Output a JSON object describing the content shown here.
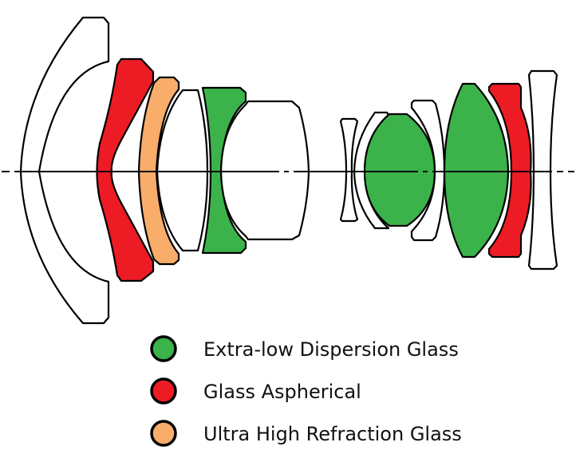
{
  "diagram": {
    "type": "lens-element-diagram",
    "colors": {
      "extra_low_dispersion": "#3bb34a",
      "aspherical": "#ed1c24",
      "ultra_high_refraction": "#f9ad6a",
      "standard": "#ffffff"
    },
    "elements": [
      {
        "index": 1,
        "group": "front",
        "glass": "standard"
      },
      {
        "index": 2,
        "group": "front",
        "glass": "aspherical"
      },
      {
        "index": 3,
        "group": "front",
        "glass": "ultra_high_refraction"
      },
      {
        "index": 4,
        "group": "front",
        "glass": "standard"
      },
      {
        "index": 5,
        "group": "front",
        "glass": "extra_low_dispersion"
      },
      {
        "index": 6,
        "group": "front",
        "glass": "standard"
      },
      {
        "index": 7,
        "group": "rear",
        "glass": "standard"
      },
      {
        "index": 8,
        "group": "rear",
        "glass": "standard"
      },
      {
        "index": 9,
        "group": "rear",
        "glass": "extra_low_dispersion"
      },
      {
        "index": 10,
        "group": "rear",
        "glass": "standard"
      },
      {
        "index": 11,
        "group": "rear",
        "glass": "extra_low_dispersion"
      },
      {
        "index": 12,
        "group": "rear",
        "glass": "aspherical"
      },
      {
        "index": 13,
        "group": "rear",
        "glass": "standard"
      }
    ]
  },
  "legend": {
    "items": [
      {
        "label": "Extra-low Dispersion Glass",
        "color": "#3bb34a"
      },
      {
        "label": "Glass Aspherical",
        "color": "#ed1c24"
      },
      {
        "label": "Ultra High Refraction Glass",
        "color": "#f9ad6a"
      }
    ]
  }
}
